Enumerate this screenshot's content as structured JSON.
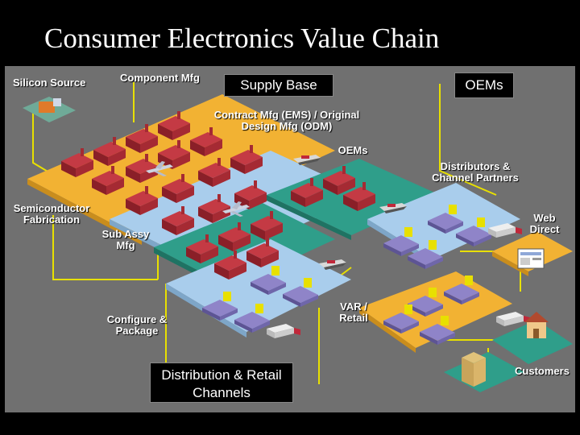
{
  "title": "Consumer Electronics Value Chain",
  "labels": {
    "silicon_source": "Silicon Source",
    "component_mfg": "Component Mfg",
    "supply_base": "Supply Base",
    "oems_box": "OEMs",
    "contract_mfg": "Contract Mfg (EMS) / Original Design Mfg (ODM)",
    "oems": "OEMs",
    "distributors": "Distributors & Channel Partners",
    "semiconductor_fab": "Semiconductor Fabrication",
    "sub_assy": "Sub Assy Mfg",
    "web_direct": "Web Direct",
    "var_retail": "VAR / Retail",
    "configure_package": "Configure & Package",
    "distribution_retail": "Distribution & Retail Channels",
    "customers": "Customers"
  },
  "colors": {
    "background": "#000000",
    "scene_bg": "#707070",
    "platform_orange": "#f2b233",
    "platform_blue": "#a9cdec",
    "platform_green": "#2f9e8a",
    "link_yellow": "#e8e000",
    "factory_red": "#b8323c"
  }
}
